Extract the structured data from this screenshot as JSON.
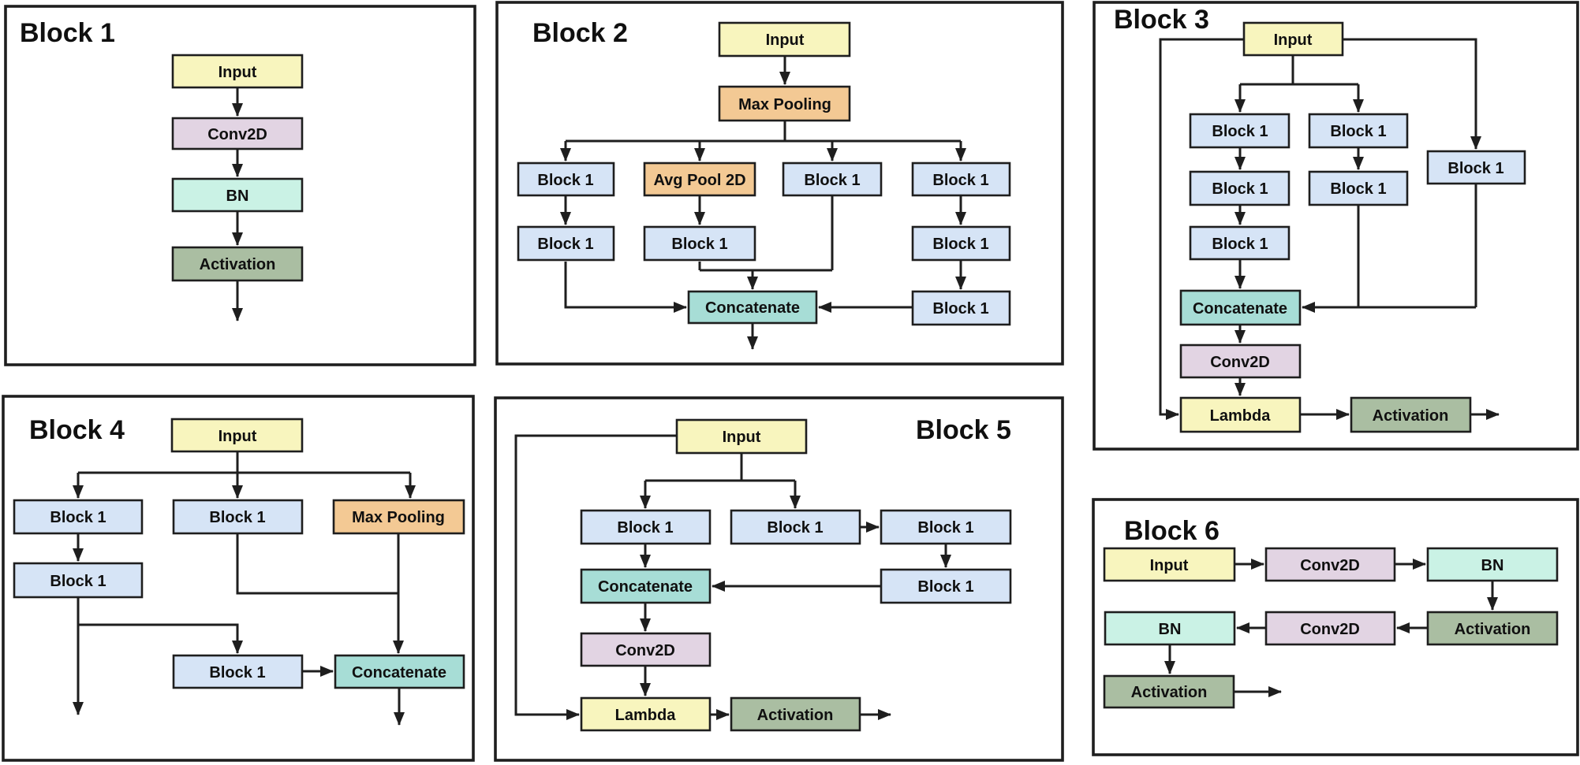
{
  "colors": {
    "input": "#F8F5BE",
    "conv": "#E2D4E3",
    "bn": "#CAF2E5",
    "act": "#AABEA2",
    "block": "#D6E4F6",
    "pool": "#F3C994",
    "concat": "#A7DDD6",
    "lambda": "#F8F5BE",
    "border": "#1E1E1E",
    "background": "#FFFFFF"
  },
  "panels": [
    {
      "title": "Block 1",
      "nodes": [
        {
          "label": "Input",
          "type": "input"
        },
        {
          "label": "Conv2D",
          "type": "conv"
        },
        {
          "label": "BN",
          "type": "bn"
        },
        {
          "label": "Activation",
          "type": "act"
        }
      ]
    },
    {
      "title": "Block 2",
      "nodes": [
        {
          "label": "Input",
          "type": "input"
        },
        {
          "label": "Max Pooling",
          "type": "pool"
        },
        {
          "label": "Block 1",
          "type": "block"
        },
        {
          "label": "Block 1",
          "type": "block"
        },
        {
          "label": "Avg Pool 2D",
          "type": "pool"
        },
        {
          "label": "Block 1",
          "type": "block"
        },
        {
          "label": "Block 1",
          "type": "block"
        },
        {
          "label": "Block 1",
          "type": "block"
        },
        {
          "label": "Block 1",
          "type": "block"
        },
        {
          "label": "Block 1",
          "type": "block"
        },
        {
          "label": "Concatenate",
          "type": "concat"
        }
      ]
    },
    {
      "title": "Block 3",
      "nodes": [
        {
          "label": "Input",
          "type": "input"
        },
        {
          "label": "Block 1",
          "type": "block"
        },
        {
          "label": "Block 1",
          "type": "block"
        },
        {
          "label": "Block 1",
          "type": "block"
        },
        {
          "label": "Block 1",
          "type": "block"
        },
        {
          "label": "Block 1",
          "type": "block"
        },
        {
          "label": "Block 1",
          "type": "block"
        },
        {
          "label": "Concatenate",
          "type": "concat"
        },
        {
          "label": "Conv2D",
          "type": "conv"
        },
        {
          "label": "Lambda",
          "type": "lambda"
        },
        {
          "label": "Activation",
          "type": "act"
        }
      ]
    },
    {
      "title": "Block 4",
      "nodes": [
        {
          "label": "Input",
          "type": "input"
        },
        {
          "label": "Block 1",
          "type": "block"
        },
        {
          "label": "Block 1",
          "type": "block"
        },
        {
          "label": "Block 1",
          "type": "block"
        },
        {
          "label": "Max Pooling",
          "type": "pool"
        },
        {
          "label": "Block 1",
          "type": "block"
        },
        {
          "label": "Concatenate",
          "type": "concat"
        }
      ]
    },
    {
      "title": "Block 5",
      "nodes": [
        {
          "label": "Input",
          "type": "input"
        },
        {
          "label": "Block 1",
          "type": "block"
        },
        {
          "label": "Block 1",
          "type": "block"
        },
        {
          "label": "Block 1",
          "type": "block"
        },
        {
          "label": "Block 1",
          "type": "block"
        },
        {
          "label": "Concatenate",
          "type": "concat"
        },
        {
          "label": "Conv2D",
          "type": "conv"
        },
        {
          "label": "Lambda",
          "type": "lambda"
        },
        {
          "label": "Activation",
          "type": "act"
        }
      ]
    },
    {
      "title": "Block 6",
      "nodes": [
        {
          "label": "Input",
          "type": "input"
        },
        {
          "label": "Conv2D",
          "type": "conv"
        },
        {
          "label": "BN",
          "type": "bn"
        },
        {
          "label": "Activation",
          "type": "act"
        },
        {
          "label": "Conv2D",
          "type": "conv"
        },
        {
          "label": "BN",
          "type": "bn"
        },
        {
          "label": "Activation",
          "type": "act"
        }
      ]
    }
  ]
}
